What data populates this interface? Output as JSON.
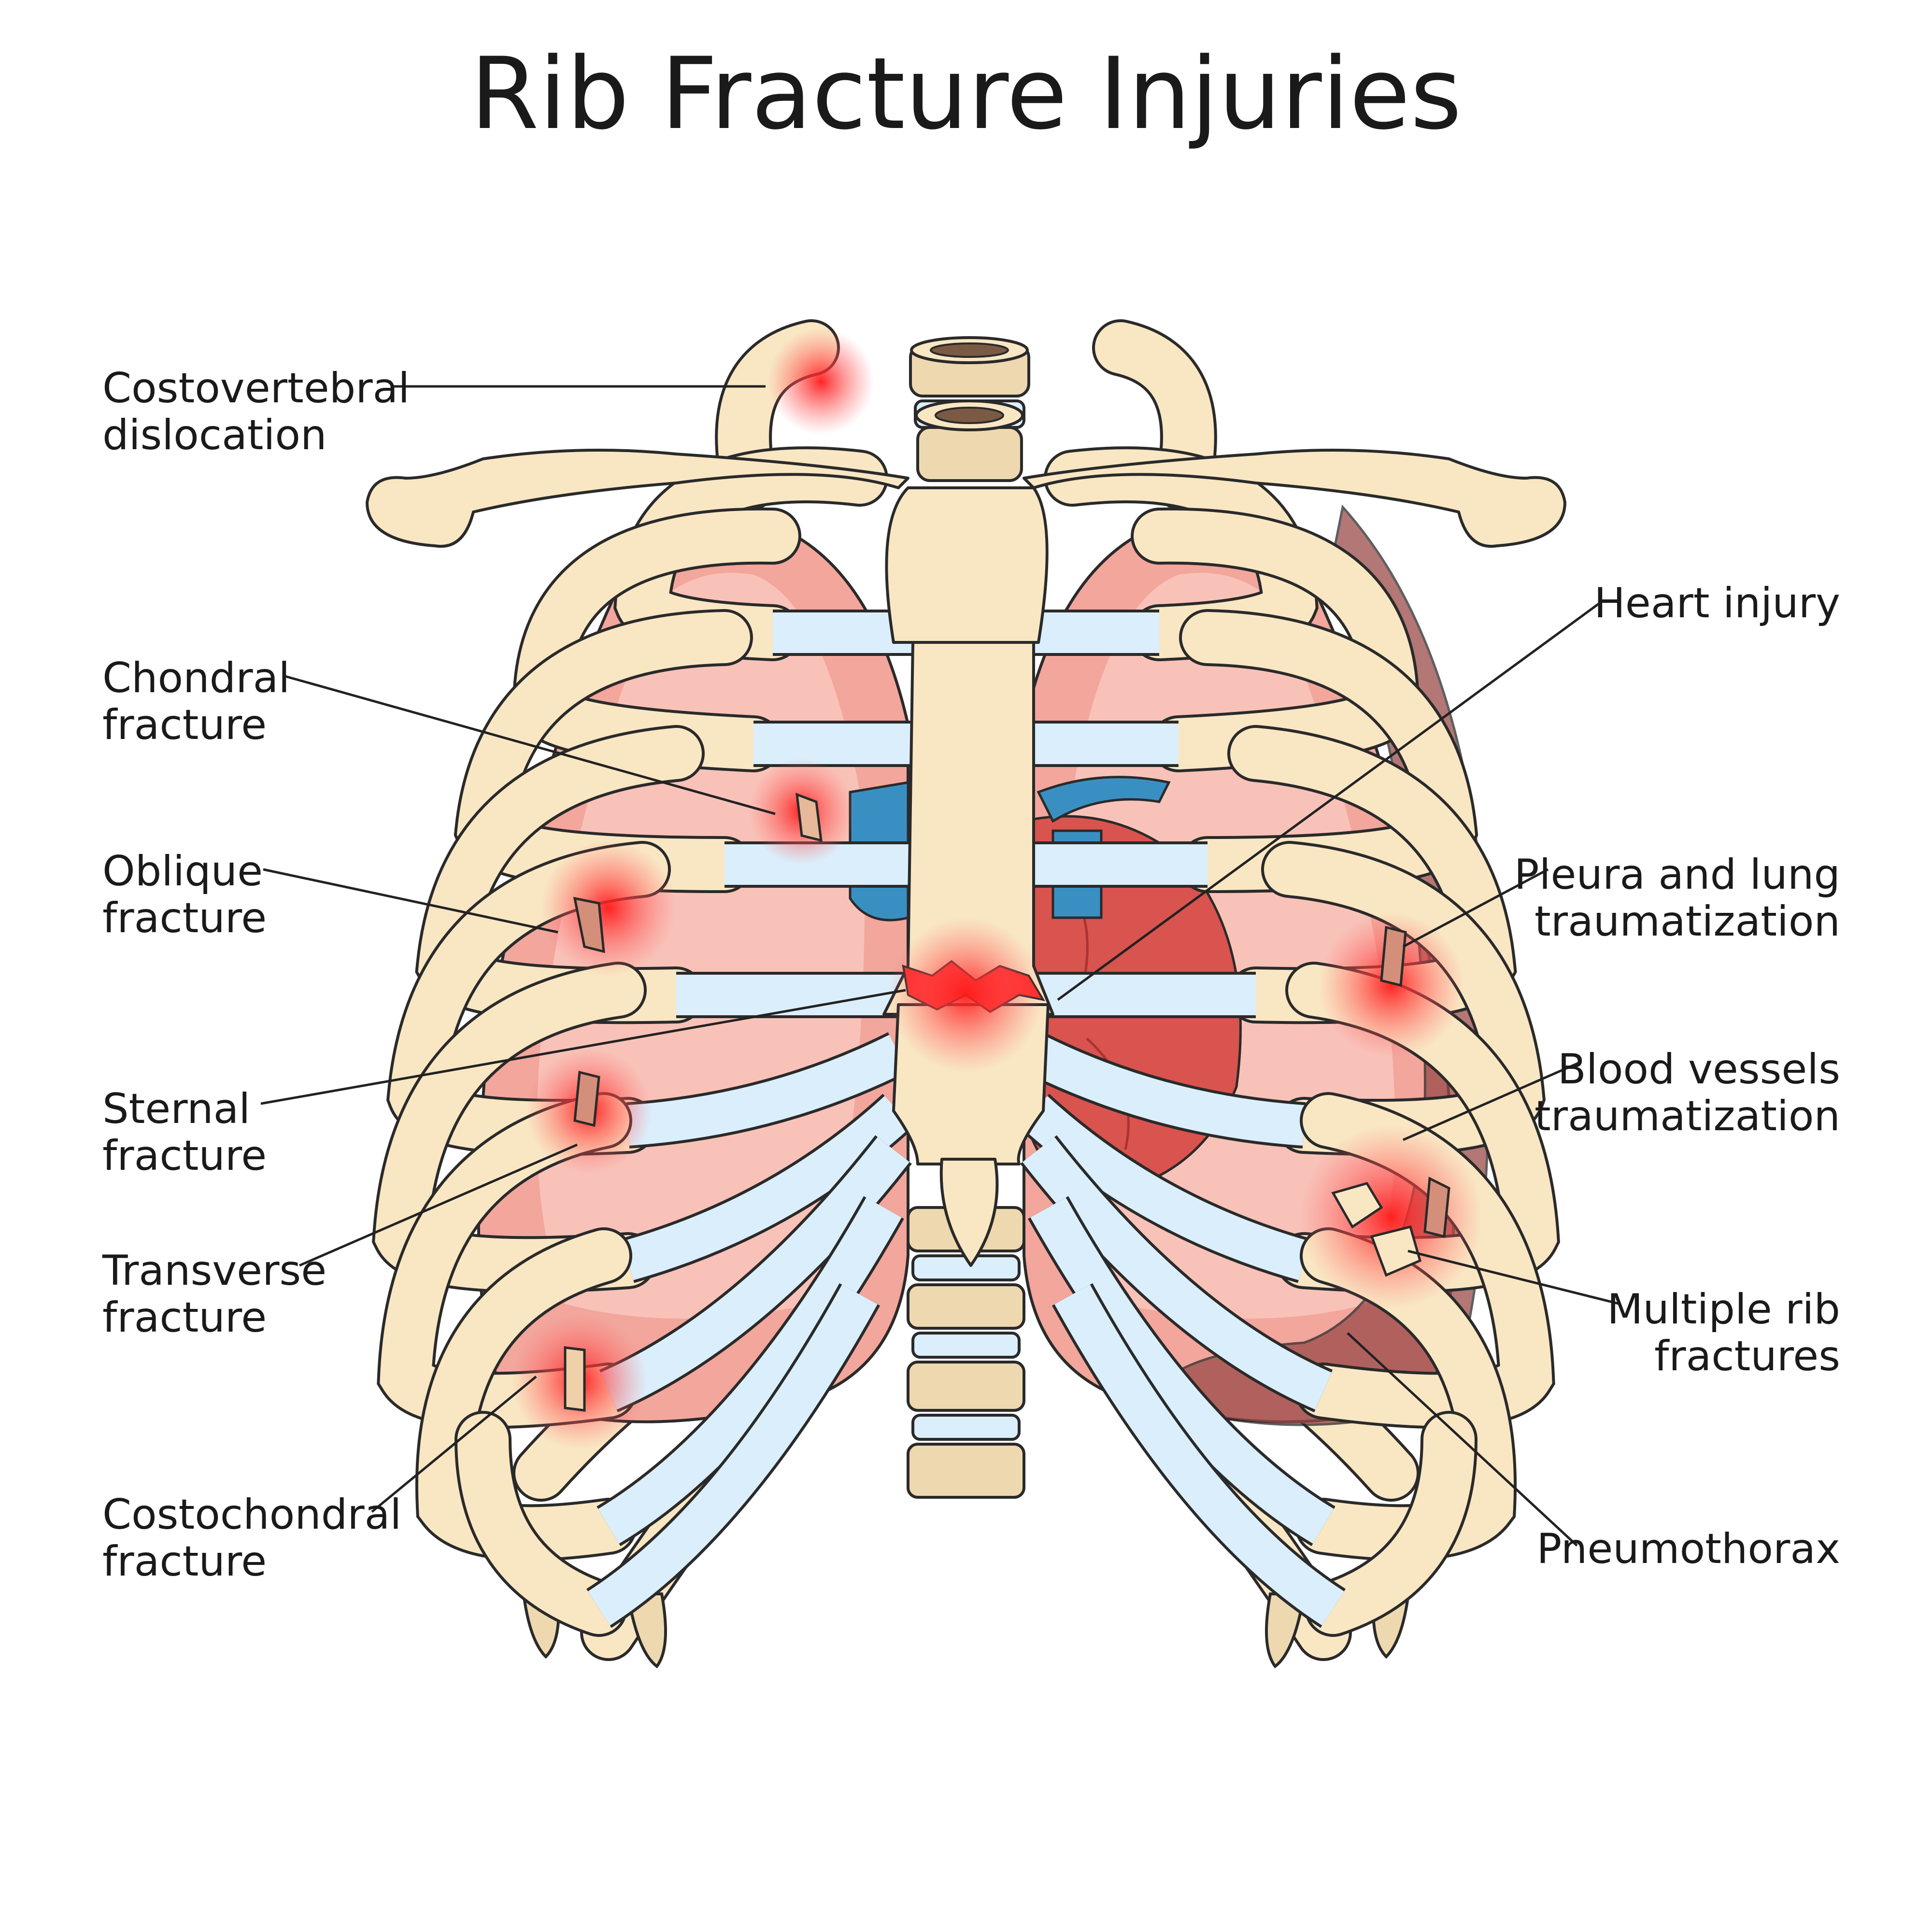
{
  "title": "Rib Fracture Injuries",
  "labels_left": {
    "costovertebral": [
      "Costovertebral",
      "dislocation"
    ],
    "chondral": [
      "Chondral",
      "fracture"
    ],
    "oblique": [
      "Oblique",
      "fracture"
    ],
    "sternal": [
      "Sternal",
      "fracture"
    ],
    "transverse": [
      "Transverse",
      "fracture"
    ],
    "costochondral": [
      "Costochondral",
      "fracture"
    ]
  },
  "labels_right": {
    "heart": [
      "Heart injury"
    ],
    "pleura": [
      "Pleura and lung",
      "traumatization"
    ],
    "vessels": [
      "Blood vessels",
      "traumatization"
    ],
    "multiple": [
      "Multiple rib",
      "fractures"
    ],
    "pneumothorax": [
      "Pneumothorax"
    ]
  },
  "colors": {
    "bone": "#f9e6c3",
    "cartilage": "#dbeefb",
    "lung": "#f2a69c",
    "injury": "#ff2a2a",
    "vessel": "#3a8fc2",
    "pneumothorax": "#9a4a48"
  }
}
